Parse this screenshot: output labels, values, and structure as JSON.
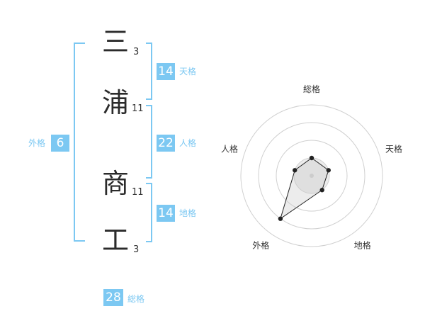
{
  "name_chars": [
    {
      "char": "三",
      "strokes": "3"
    },
    {
      "char": "浦",
      "strokes": "11"
    },
    {
      "char": "商",
      "strokes": "11"
    },
    {
      "char": "工",
      "strokes": "3"
    }
  ],
  "fortunes": {
    "tenkaku": {
      "value": "14",
      "label": "天格"
    },
    "jinkaku": {
      "value": "22",
      "label": "人格"
    },
    "chikaku": {
      "value": "14",
      "label": "地格"
    },
    "gaikaku": {
      "value": "6",
      "label": "外格"
    },
    "soukaku": {
      "value": "28",
      "label": "総格"
    }
  },
  "chart_data": {
    "type": "radar",
    "axes": [
      "総格",
      "天格",
      "地格",
      "外格",
      "人格"
    ],
    "rings": 4,
    "values": [
      1,
      1,
      1,
      3,
      1
    ],
    "max": 4
  },
  "colors": {
    "accent": "#7cc8f2",
    "text": "#2b2b2b"
  }
}
